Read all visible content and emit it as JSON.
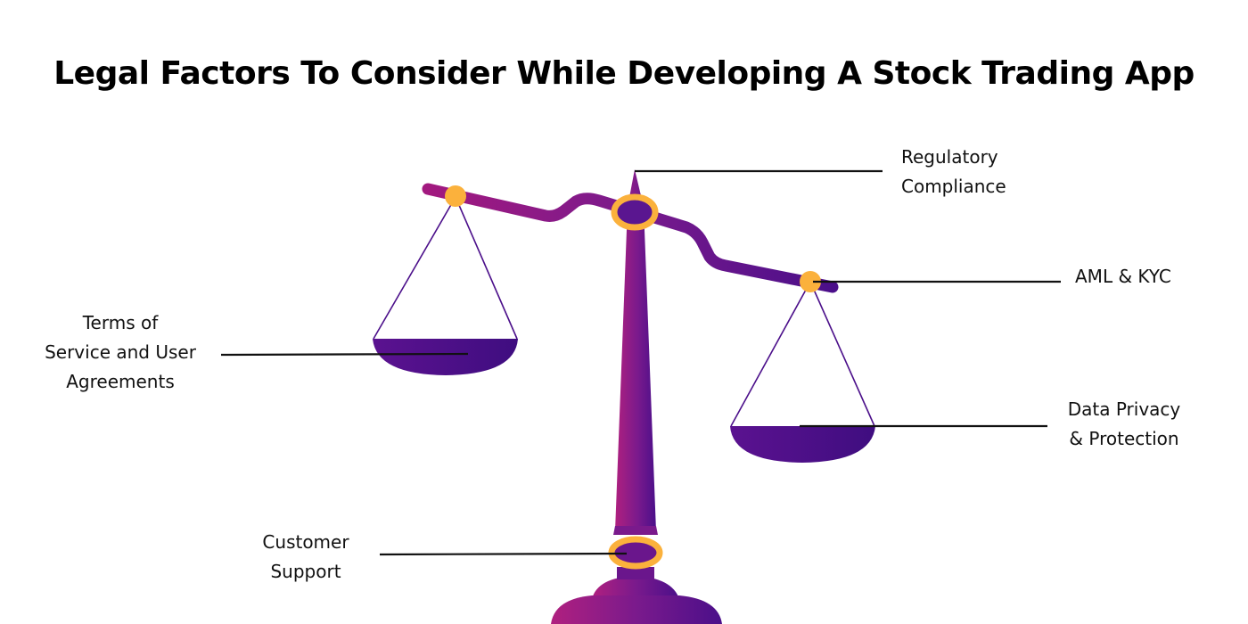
{
  "title": "Legal Factors To Consider While Developing A Stock Trading App",
  "labels": {
    "regulatory": {
      "line1": "Regulatory",
      "line2": "Compliance"
    },
    "aml": {
      "line1": "AML & KYC"
    },
    "terms": {
      "line1": "Terms of",
      "line2": "Service and User",
      "line3": "Agreements"
    },
    "privacy": {
      "line1": "Data Privacy",
      "line2": "& Protection"
    },
    "support": {
      "line1": "Customer",
      "line2": "Support"
    }
  },
  "colors": {
    "magenta": "#a2197f",
    "purple": "#4b0f8a",
    "gold": "#fbb13c",
    "line": "#111111"
  }
}
